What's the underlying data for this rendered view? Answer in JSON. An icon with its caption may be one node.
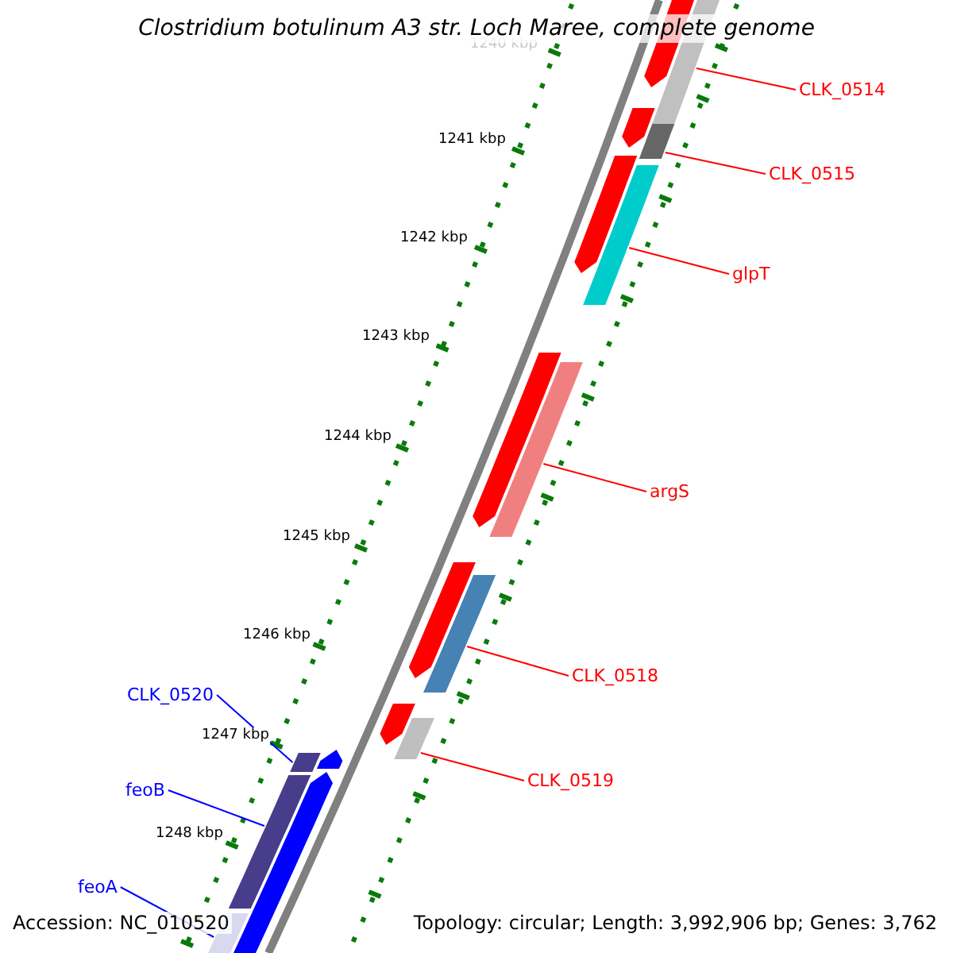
{
  "diagram": {
    "title": "Clostridium botulinum A3 str. Loch Maree, complete genome",
    "nodes": [
      {
        "text": [
          "CLK_0514"
        ]
      },
      {
        "text": [
          "CLK_0515"
        ]
      },
      {
        "text": [
          "glpT"
        ]
      },
      {
        "text": [
          "argS"
        ]
      },
      {
        "text": [
          "CLK_0518"
        ]
      },
      {
        "text": [
          "CLK_0519"
        ]
      },
      {
        "text": [
          "CLK_0520"
        ]
      },
      {
        "text": [
          "feoB"
        ]
      },
      {
        "text": [
          "feoA"
        ]
      },
      {
        "text": [],
        "shape": "bar"
      },
      {
        "text": [],
        "shape": "bar"
      },
      {
        "text": [],
        "shape": "bar"
      },
      {
        "text": [],
        "shape": "bar"
      },
      {
        "text": [],
        "shape": "bar"
      },
      {
        "text": [],
        "shape": "bar"
      },
      {
        "text": [],
        "shape": "bar"
      },
      {
        "text": [],
        "shape": "bar"
      },
      {
        "text": [],
        "shape": "bar"
      },
      {
        "text": [],
        "shape": "bar"
      },
      {
        "text": [],
        "shape": "bar"
      },
      {
        "text": [],
        "shape": "bar"
      },
      {
        "text": [],
        "shape": "bar"
      },
      {
        "text": [],
        "shape": "bar"
      },
      {
        "text": [],
        "shape": "bar"
      },
      {
        "text": [],
        "shape": "bar"
      },
      {
        "text": [],
        "shape": "bar"
      }
    ],
    "edges": [
      {
        "from": 0,
        "to": 9,
        "arrow": "none"
      },
      {
        "from": 1,
        "to": 10,
        "arrow": "none"
      },
      {
        "from": 2,
        "to": 11,
        "arrow": "none"
      },
      {
        "from": 3,
        "to": 12,
        "arrow": "none"
      },
      {
        "from": 4,
        "to": 13,
        "arrow": "none"
      },
      {
        "from": 5,
        "to": 14,
        "arrow": "none"
      },
      {
        "from": 6,
        "to": 15,
        "arrow": "none",
        "color": "#0000ff"
      },
      {
        "from": 7,
        "to": 16,
        "arrow": "none",
        "color": "#0000ff"
      },
      {
        "from": 8,
        "to": 17,
        "arrow": "none",
        "color": "#0000ff"
      }
    ],
    "labels": [
      "1240 kbp",
      "1241 kbp",
      "1242 kbp",
      "1243 kbp",
      "1244 kbp",
      "1245 kbp",
      "1246 kbp",
      "1247 kbp",
      "1248 kbp",
      "Accession: NC_010520",
      "Topology: circular; Length: 3,992,906 bp; Genes: 3,762"
    ]
  }
}
